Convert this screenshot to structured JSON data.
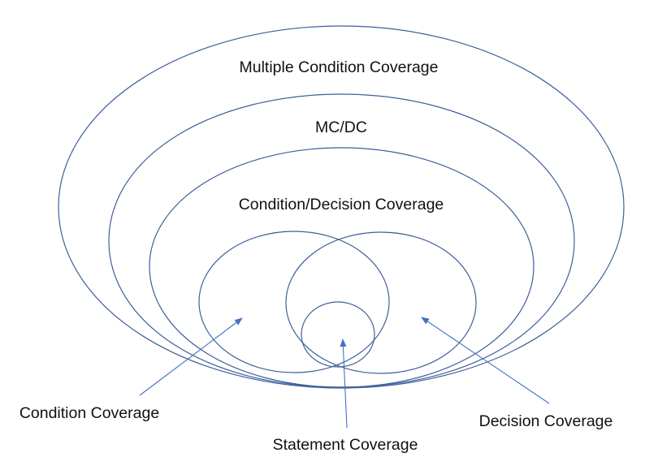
{
  "colors": {
    "ring": "#3e5f9a",
    "arrow": "#4472c4",
    "text": "#111111",
    "background": "#ffffff"
  },
  "labels": {
    "multiple_condition": "Multiple Condition Coverage",
    "mcdc": "MC/DC",
    "condition_decision": "Condition/Decision Coverage",
    "condition": "Condition Coverage",
    "statement": "Statement Coverage",
    "decision": "Decision Coverage"
  }
}
